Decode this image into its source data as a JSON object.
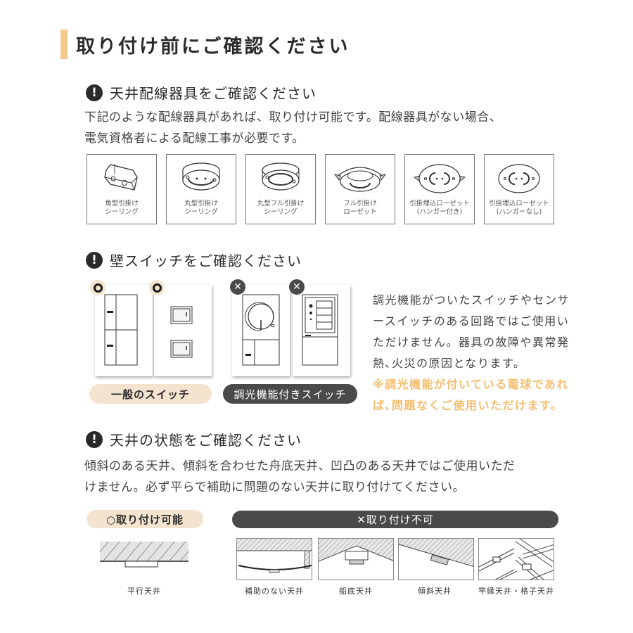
{
  "page": {
    "title": "取り付け前にご確認ください",
    "accent_color": "#f6c98a",
    "highlight_color": "#f5bd6e"
  },
  "sections": {
    "wiring": {
      "icon": "exclamation-icon",
      "title": "天井配線器具をご確認ください",
      "desc_line1": "下記のような配線器具があれば、取り付け可能です。配線器具がない場合、",
      "desc_line2": "電気資格者による配線工事が必要です。",
      "fixtures": [
        {
          "label": "角型引掛け\nシーリング"
        },
        {
          "label": "丸型引掛け\nシーリング"
        },
        {
          "label": "丸型フル引掛け\nシーリング"
        },
        {
          "label": "フル引掛け\nローゼット"
        },
        {
          "label": "引掛埋込ローゼット\n(ハンガー付き)"
        },
        {
          "label": "引掛埋込ローゼット\n(ハンガーなし)"
        }
      ]
    },
    "switch": {
      "icon": "exclamation-icon",
      "title": "壁スイッチをご確認ください",
      "ok_mark": "○",
      "ng_mark": "✕",
      "normal_label": "一般のスイッチ",
      "dimmer_label": "調光機能付きスイッチ",
      "note_lines": [
        "調光機能がついたスイッチやセンサ",
        "ースイッチのある回路ではご使用い",
        "ただけません。器具の故障や異常発",
        "熱､火災の原因となります。"
      ],
      "note_accent_lines": [
        "※調光機能が付いている電球であれ",
        "ば､問題なくご使用いただけます。"
      ]
    },
    "ceiling": {
      "icon": "exclamation-icon",
      "title": "天井の状態をご確認ください",
      "desc_line1": "傾斜のある天井、傾斜を合わせた舟底天井、凹凸のある天井ではご使用いただ",
      "desc_line2": "けません。必ず平らで補助に問題のない天井に取り付けてください。",
      "ok_label": "○取り付け可能",
      "ng_label": "✕取り付け不可",
      "types": [
        {
          "label": "平行天井"
        },
        {
          "label": "補助のない天井"
        },
        {
          "label": "船底天井"
        },
        {
          "label": "傾斜天井"
        },
        {
          "label": "竿縁天井・格子天井"
        }
      ]
    }
  }
}
